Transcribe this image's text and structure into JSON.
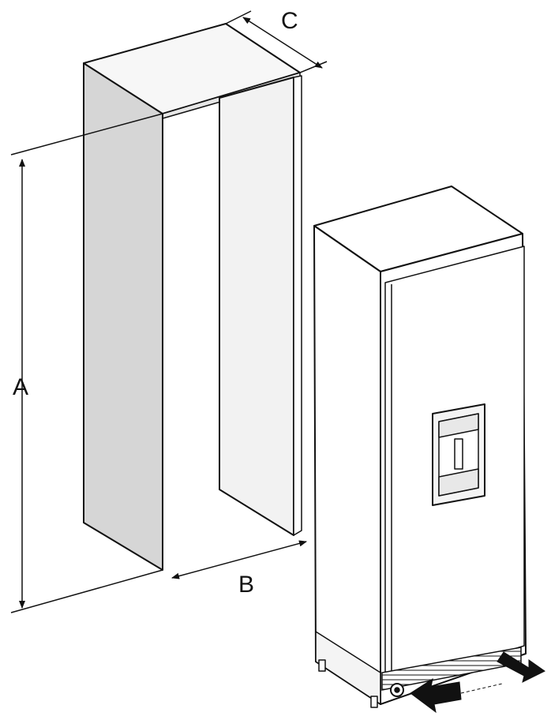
{
  "diagram": {
    "labels": {
      "height": "A",
      "width": "B",
      "depth": "C"
    },
    "colors": {
      "stroke": "#111111",
      "niche_side_fill": "#d6d6d6",
      "niche_top_fill": "#f7f7f7",
      "niche_back_fill": "#f2f2f2",
      "appliance_fill": "#ffffff",
      "dispenser_fill": "#f4f4f4",
      "arrow_fill": "#111111"
    }
  }
}
